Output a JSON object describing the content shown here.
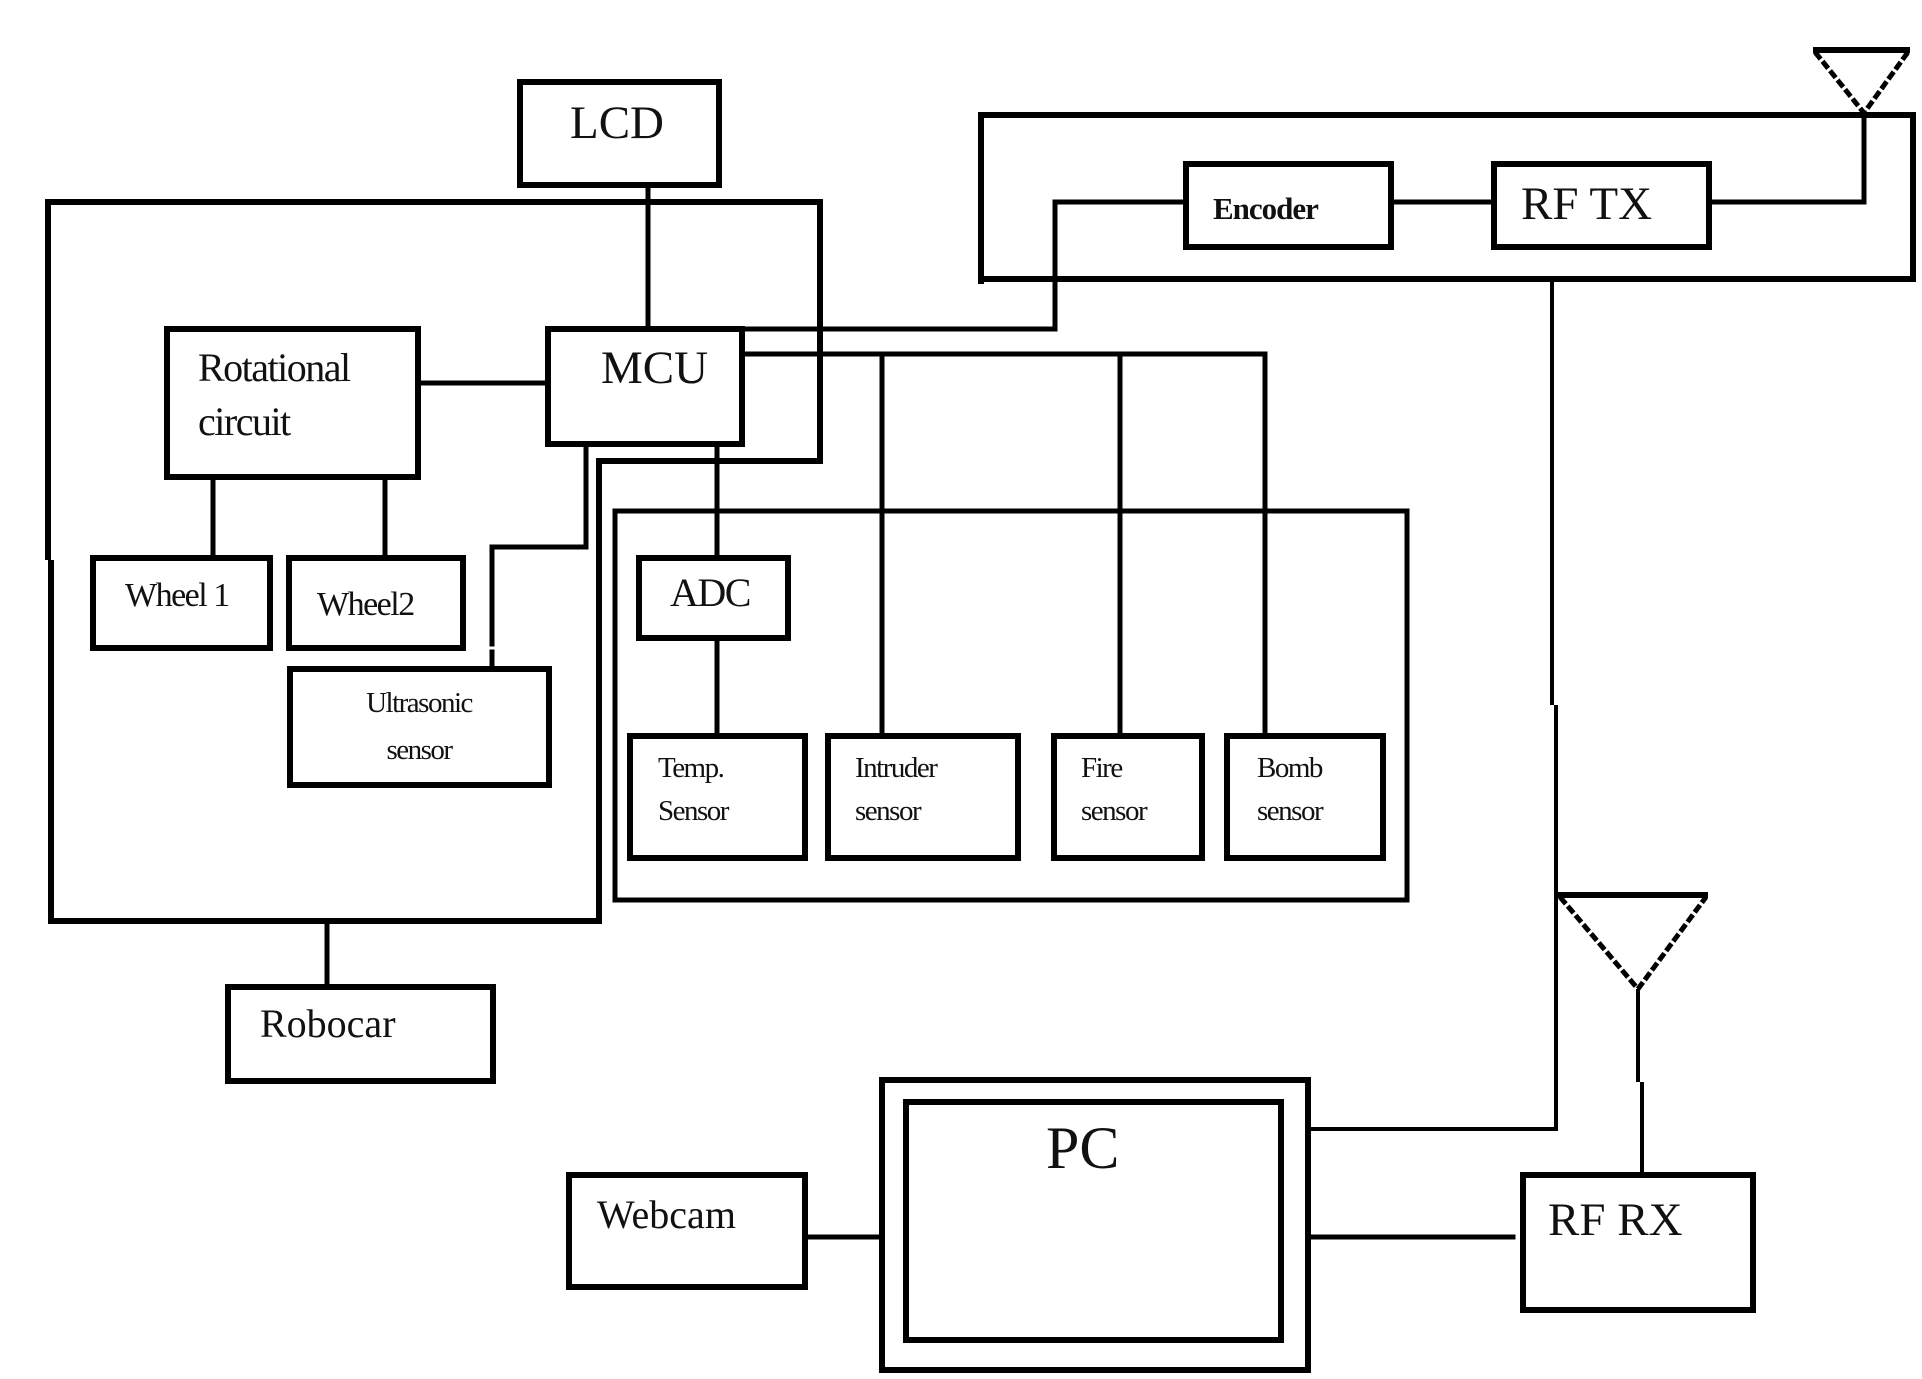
{
  "diagram": {
    "title": "Robocar surveillance system block diagram",
    "blocks": {
      "lcd": {
        "label": "LCD"
      },
      "mcu": {
        "label": "MCU"
      },
      "rotational": {
        "line1": "Rotational",
        "line2": "circuit"
      },
      "wheel1": {
        "label": "Wheel 1"
      },
      "wheel2": {
        "label": "Wheel2"
      },
      "ultrasonic": {
        "line1": "Ultrasonic",
        "line2": "sensor"
      },
      "adc": {
        "label": "ADC"
      },
      "temp": {
        "line1": "Temp.",
        "line2": "Sensor"
      },
      "intruder": {
        "line1": "Intruder",
        "line2": "sensor"
      },
      "fire": {
        "line1": "Fire",
        "line2": "sensor"
      },
      "bomb": {
        "line1": "Bomb",
        "line2": "sensor"
      },
      "robocar": {
        "label": "Robocar"
      },
      "encoder": {
        "label": "Encoder"
      },
      "rftx": {
        "label": "RF TX"
      },
      "webcam": {
        "label": "Webcam"
      },
      "pc": {
        "label": "PC"
      },
      "rfrx": {
        "label": "RF RX"
      }
    },
    "antennas": [
      {
        "name": "tx-antenna",
        "icon": "antenna-icon"
      },
      {
        "name": "rx-antenna",
        "icon": "antenna-icon"
      }
    ],
    "colors": {
      "stroke": "#000000",
      "background": "#ffffff",
      "text": "#111111"
    }
  }
}
